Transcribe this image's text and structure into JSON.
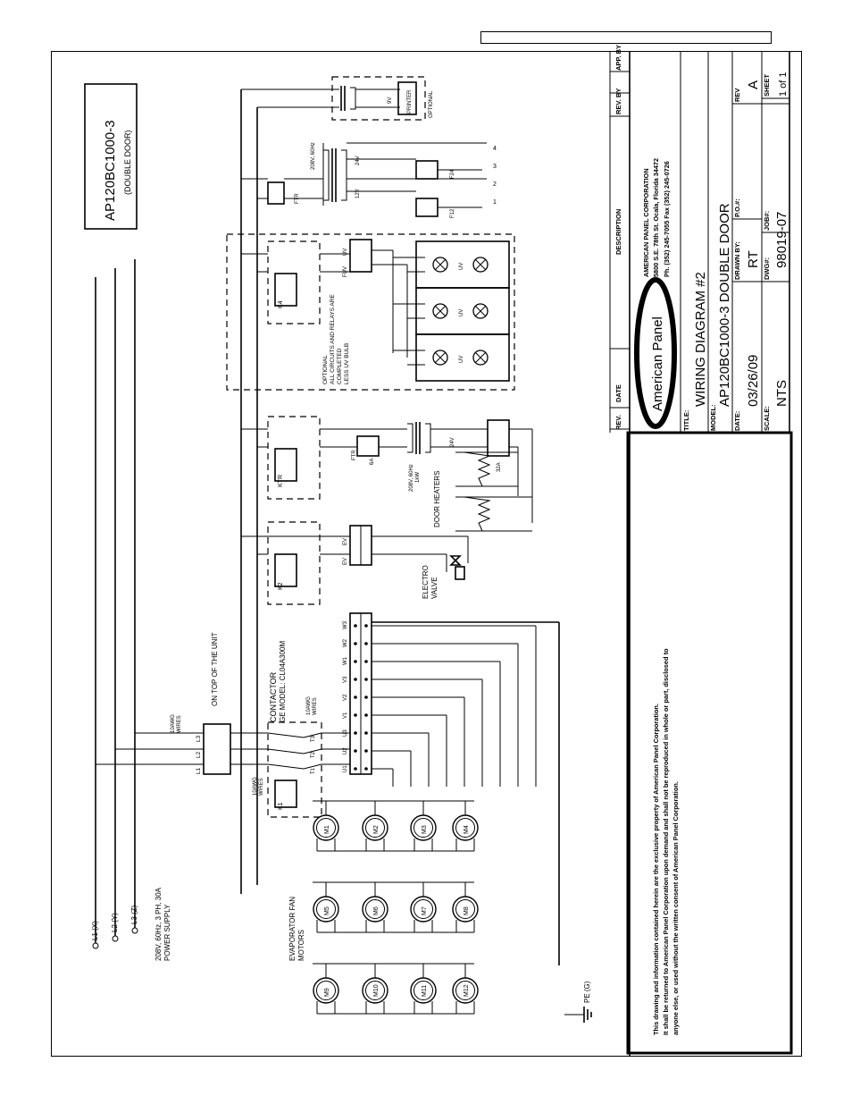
{
  "doc": {
    "header_box": "",
    "model_box_title": "AP120BC1000-3",
    "model_box_sub": "(DOUBLE DOOR)"
  },
  "power": {
    "l1": "L1 (X)",
    "l2": "L2 (Y)",
    "l3": "L3 (Z)",
    "supply_line1": "208V, 60Hz, 3 PH, 30A",
    "supply_line2": "POWER SUPPLY",
    "pe": "PE (G)"
  },
  "fan": {
    "label1": "EVAPORATOR FAN",
    "label2": "MOTORS",
    "motors": [
      "M1",
      "M2",
      "M3",
      "M4",
      "M5",
      "M6",
      "M7",
      "M8",
      "M9",
      "M10",
      "M11",
      "M12"
    ]
  },
  "contactor": {
    "k1": "K1",
    "title1": "CONTACTOR",
    "title2": "GE MODEL: CL04A300M",
    "wire_a1": "10AWG",
    "wire_a2": "WIRES",
    "wire_b1": "10AWG",
    "wire_b2": "WIRES",
    "wire_c1": "10AWG",
    "wire_c2": "WIRES",
    "on_top": "ON TOP OF THE UNIT",
    "terminals_in": [
      "L1",
      "L2",
      "L3"
    ],
    "terminals_out": [
      "T1",
      "T2",
      "T3"
    ],
    "tb": [
      "U1",
      "U2",
      "U3",
      "V1",
      "V2",
      "V3",
      "W1",
      "W2",
      "W3"
    ]
  },
  "k2": {
    "label": "K2",
    "ev": "EV",
    "ev2": "EV",
    "valve1": "ELECTRO",
    "valve2": "VALVE"
  },
  "heaters": {
    "ktr": "KTR",
    "ftr": "FTR",
    "fuse": "6A",
    "xfmr1": "208V, 60Hz",
    "xfmr2": "1kW",
    "v24": "24V",
    "fuse32": "32A",
    "label": "DOOR HEATERS"
  },
  "uv": {
    "k4": "K4",
    "uv": "UV",
    "fuv": "FUV",
    "note1": "OPTIONAL",
    "note2": "ALL CIRCUITS AND RELAYS ARE",
    "note3": "COMPLETED",
    "note4": "LESS UV BULB",
    "lamp": "UV"
  },
  "control": {
    "ftr": "FTR",
    "xfmr": "208V, 60Hz",
    "v12": "12V",
    "v24": "24V",
    "f12": "F12",
    "f24": "F24",
    "out": [
      "1",
      "2",
      "3",
      "4"
    ],
    "printer": "PRINTER",
    "v9": "9V",
    "optional": "OPTIONAL"
  },
  "title_block": {
    "rev_hdr": "REV.",
    "date_hdr": "DATE",
    "desc_hdr": "DESCRIPTION",
    "revby_hdr": "REV. BY",
    "appby_hdr": "APP. BY",
    "logo": "American Panel",
    "company": "AMERICAN PANEL CORPORATION",
    "address": "5800 S.E. 78th St. Ocala, Florida 34472",
    "phone": "Ph. (352) 245-7055  Fax (352) 245-0726",
    "title_lbl": "TITLE:",
    "title_val": "WIRING DIAGRAM #2",
    "model_lbl": "MODEL:",
    "model_val": "AP120BC1000-3 DOUBLE DOOR",
    "date_lbl": "DATE:",
    "date_val": "03/26/09",
    "drawn_lbl": "DRAWN BY:",
    "drawn_val": "RT",
    "po_lbl": "P.O.#:",
    "rev_lbl": "REV",
    "rev_val": "A",
    "scale_lbl": "SCALE:",
    "scale_val": "NTS",
    "dwg_lbl": "DWG#:",
    "dwg_val": "98019-07",
    "job_lbl": "JOB#:",
    "sheet_lbl": "SHEET",
    "sheet_val": "1 of 1",
    "disclaimer1": "This drawing and information contained herein are the exclusive property of American Panel Corporation.",
    "disclaimer2": "It shall be returned to American Panel Corporation upon demand and shall not be reproduced in whole or part, disclosed to",
    "disclaimer3": "anyone else, or used without the written consent of American Panel Corporation."
  }
}
